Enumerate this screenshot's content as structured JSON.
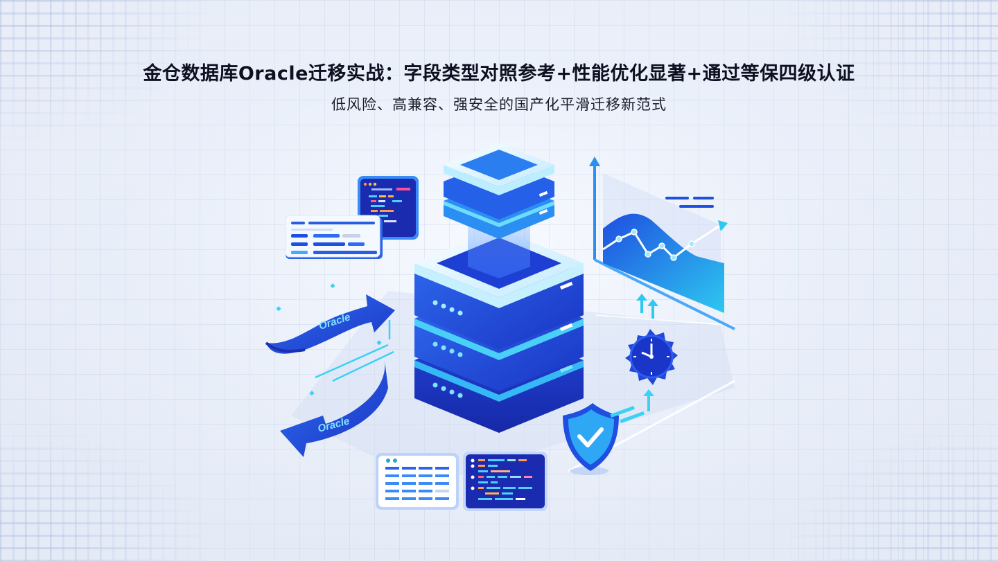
{
  "header": {
    "title": "金仓数据库Oracle迁移实战：字段类型对照参考+性能优化显著+通过等保四级认证",
    "subtitle": "低风险、高兼容、强安全的国产化平滑迁移新范式"
  },
  "illustration": {
    "migration_arrows": [
      {
        "label": "Oracle",
        "direction": "right"
      },
      {
        "label": "Oracle",
        "direction": "left"
      }
    ],
    "icons": [
      "database-server-icon",
      "code-editor-icon",
      "form-panel-icon",
      "line-chart-icon",
      "clock-badge-icon",
      "shield-check-icon",
      "table-icon",
      "code-terminal-icon"
    ]
  },
  "colors": {
    "primary_blue": "#1f4fe0",
    "deep_blue": "#1a36c8",
    "cyan": "#2ec8f0",
    "light_cyan": "#7fe3ff",
    "title_text": "#0d1020",
    "background": "#e6ebf6"
  }
}
